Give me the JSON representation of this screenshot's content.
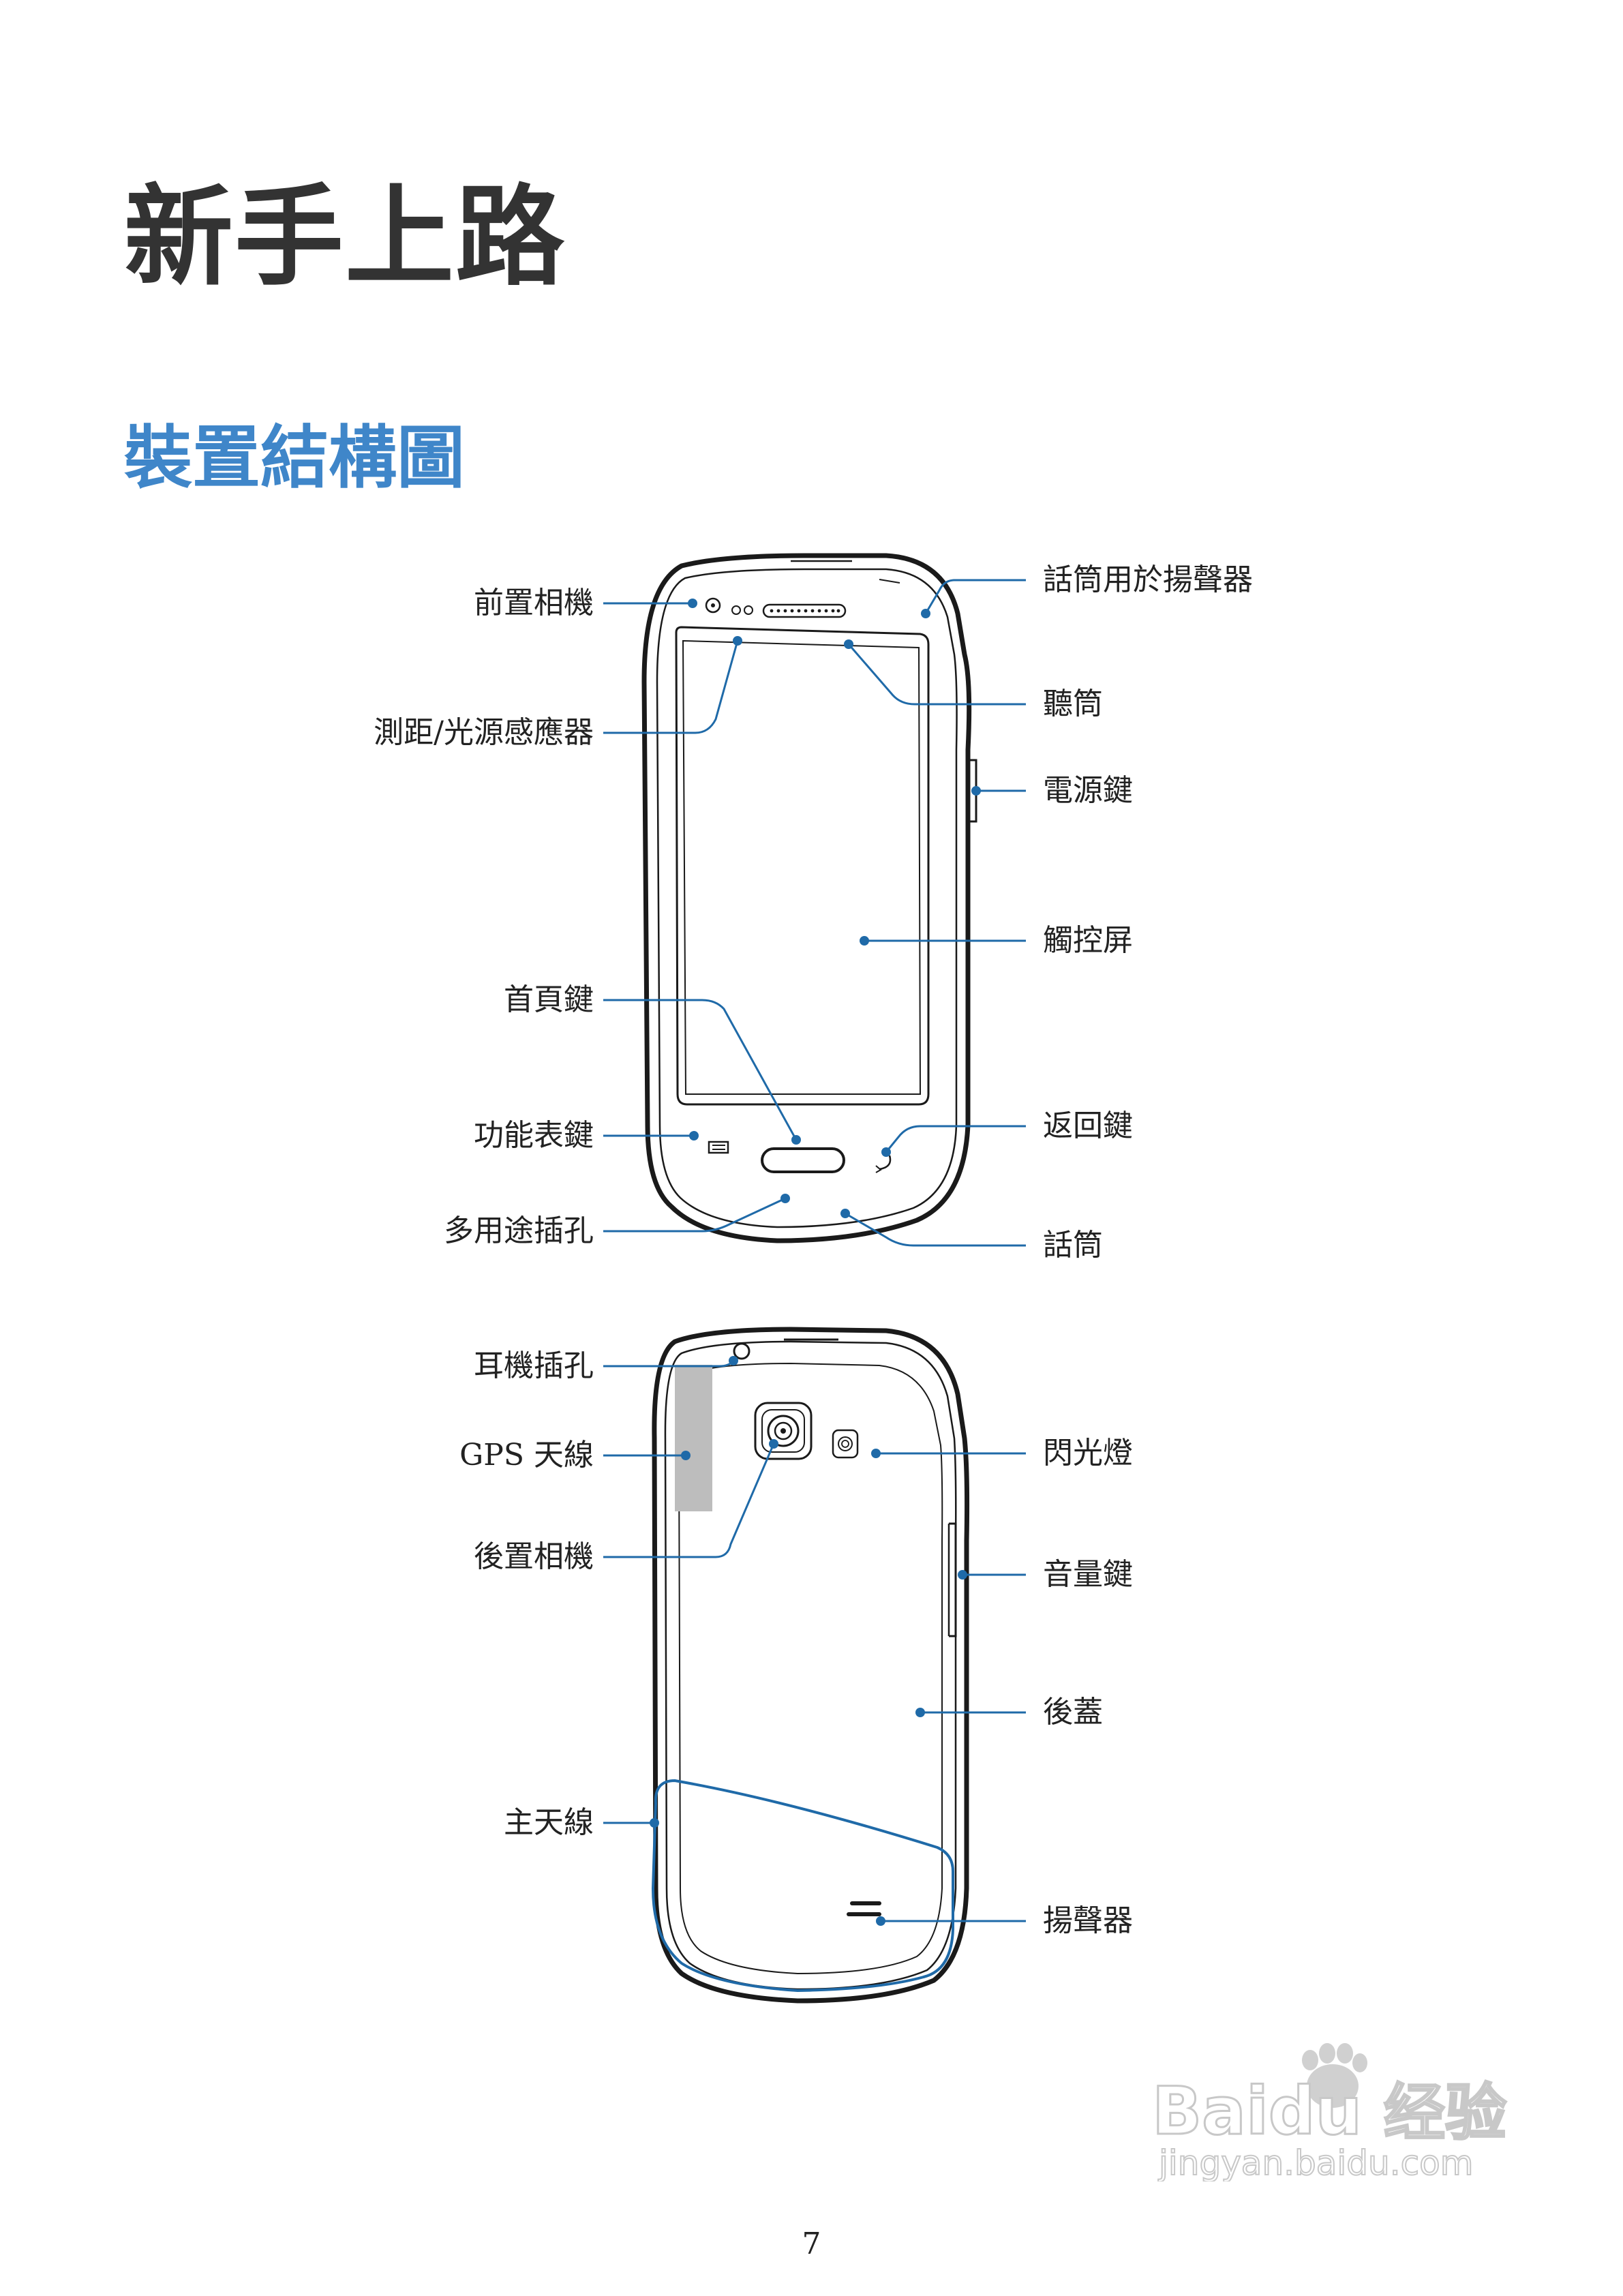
{
  "chapter_title": "新手上路",
  "section_title": "裝置結構圖",
  "front_view": {
    "labels_left": {
      "front_camera": "前置相機",
      "proximity_sensor": "測距/光源感應器",
      "home_key": "首頁鍵",
      "menu_key": "功能表鍵",
      "multipurpose_jack": "多用途插孔"
    },
    "labels_right": {
      "speakerphone_mic": "話筒用於揚聲器",
      "earpiece": "聽筒",
      "power_key": "電源鍵",
      "touch_screen": "觸控屏",
      "back_key": "返回鍵",
      "microphone": "話筒"
    }
  },
  "back_view": {
    "labels_left": {
      "headset_jack": "耳機插孔",
      "gps_antenna": "GPS 天線",
      "rear_camera": "後置相機",
      "main_antenna": "主天線"
    },
    "labels_right": {
      "flash": "閃光燈",
      "volume_key": "音量鍵",
      "back_cover": "後蓋",
      "speaker": "揚聲器"
    }
  },
  "page_number": "7",
  "watermark": {
    "brand": "Baidu",
    "product": "经验",
    "url": "jingyan.baidu.com"
  },
  "colors": {
    "accent": "#3f86c9",
    "leader_line": "#1f6aa8",
    "title_text": "#333333",
    "gps_area": "#bdbdbd"
  }
}
